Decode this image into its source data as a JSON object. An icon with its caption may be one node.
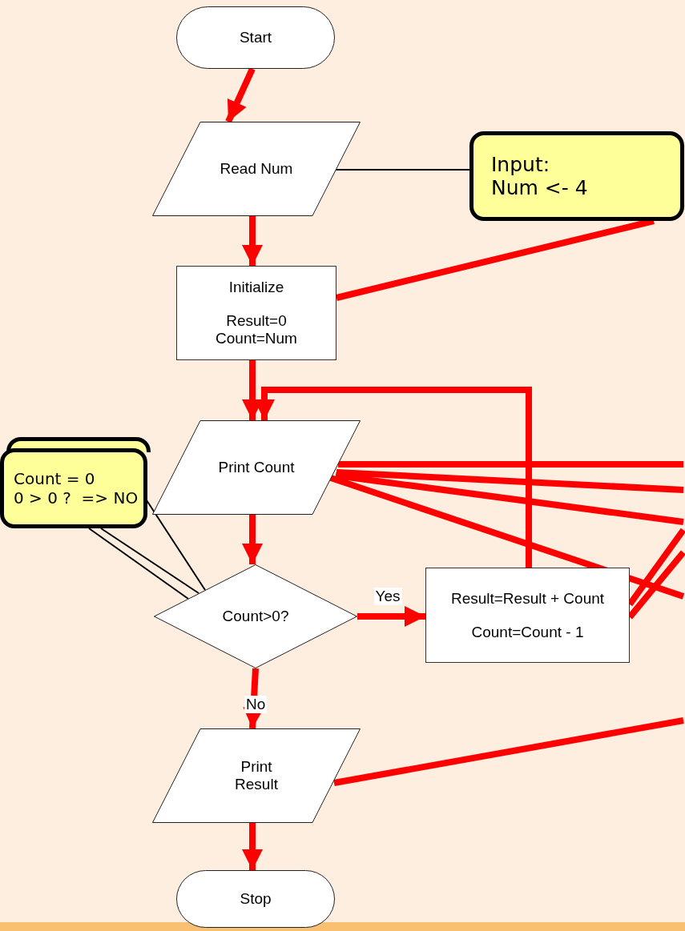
{
  "diagram": {
    "nodes": [
      {
        "text": [
          "Start"
        ]
      },
      {
        "text": [
          "Read  Num"
        ]
      },
      {
        "text": [
          "Input: Num <- 4"
        ]
      },
      {
        "text": [
          "Initialize",
          "Result=0 Count=Num"
        ]
      },
      {
        "text": [],
        "shape": "box"
      },
      {
        "text": [
          "Count = 0",
          "0 > 0 ?  => NO"
        ]
      },
      {
        "text": [
          "Print Count"
        ]
      },
      {
        "text": [
          "Count>0?"
        ]
      },
      {
        "text": [
          "Result=Result + Count",
          "Count=Count - 1"
        ]
      },
      {
        "text": [
          "Print Result"
        ]
      },
      {
        "text": [
          "Stop"
        ]
      }
    ],
    "edges": [
      {
        "from": 0,
        "to": 1,
        "arrow": "to"
      },
      {
        "from": 1,
        "to": 3,
        "arrow": "to"
      },
      {
        "from": 2,
        "to": 1,
        "arrow": "none",
        "color": "#000000"
      },
      {
        "from": 3,
        "to": 6,
        "arrow": "to"
      },
      {
        "from": 6,
        "to": 7,
        "arrow": "to"
      },
      {
        "from": 7,
        "to": 8,
        "arrow": "to",
        "label": "Yes"
      },
      {
        "from": 8,
        "to": 6,
        "arrow": "to"
      },
      {
        "from": 7,
        "to": 9,
        "arrow": "to",
        "label": "No"
      },
      {
        "from": 9,
        "to": 10,
        "arrow": "to"
      },
      {
        "from": 4,
        "to": 7,
        "arrow": "none",
        "color": "#000000"
      },
      {
        "from": 5,
        "to": 7,
        "arrow": "none",
        "color": "#000000"
      },
      {
        "from": 5,
        "to": 7,
        "arrow": "none",
        "color": "#000000"
      },
      {
        "from": 3,
        "to": 2,
        "arrow": "none"
      },
      {
        "from": 6,
        "to": null,
        "arrow": "none"
      },
      {
        "from": 6,
        "to": null,
        "arrow": "none"
      },
      {
        "from": 6,
        "to": null,
        "arrow": "none"
      },
      {
        "from": 6,
        "to": null,
        "arrow": "none"
      },
      {
        "from": 8,
        "to": null,
        "arrow": "none"
      },
      {
        "from": 8,
        "to": null,
        "arrow": "none"
      },
      {
        "from": 9,
        "to": null,
        "arrow": "none"
      }
    ]
  }
}
